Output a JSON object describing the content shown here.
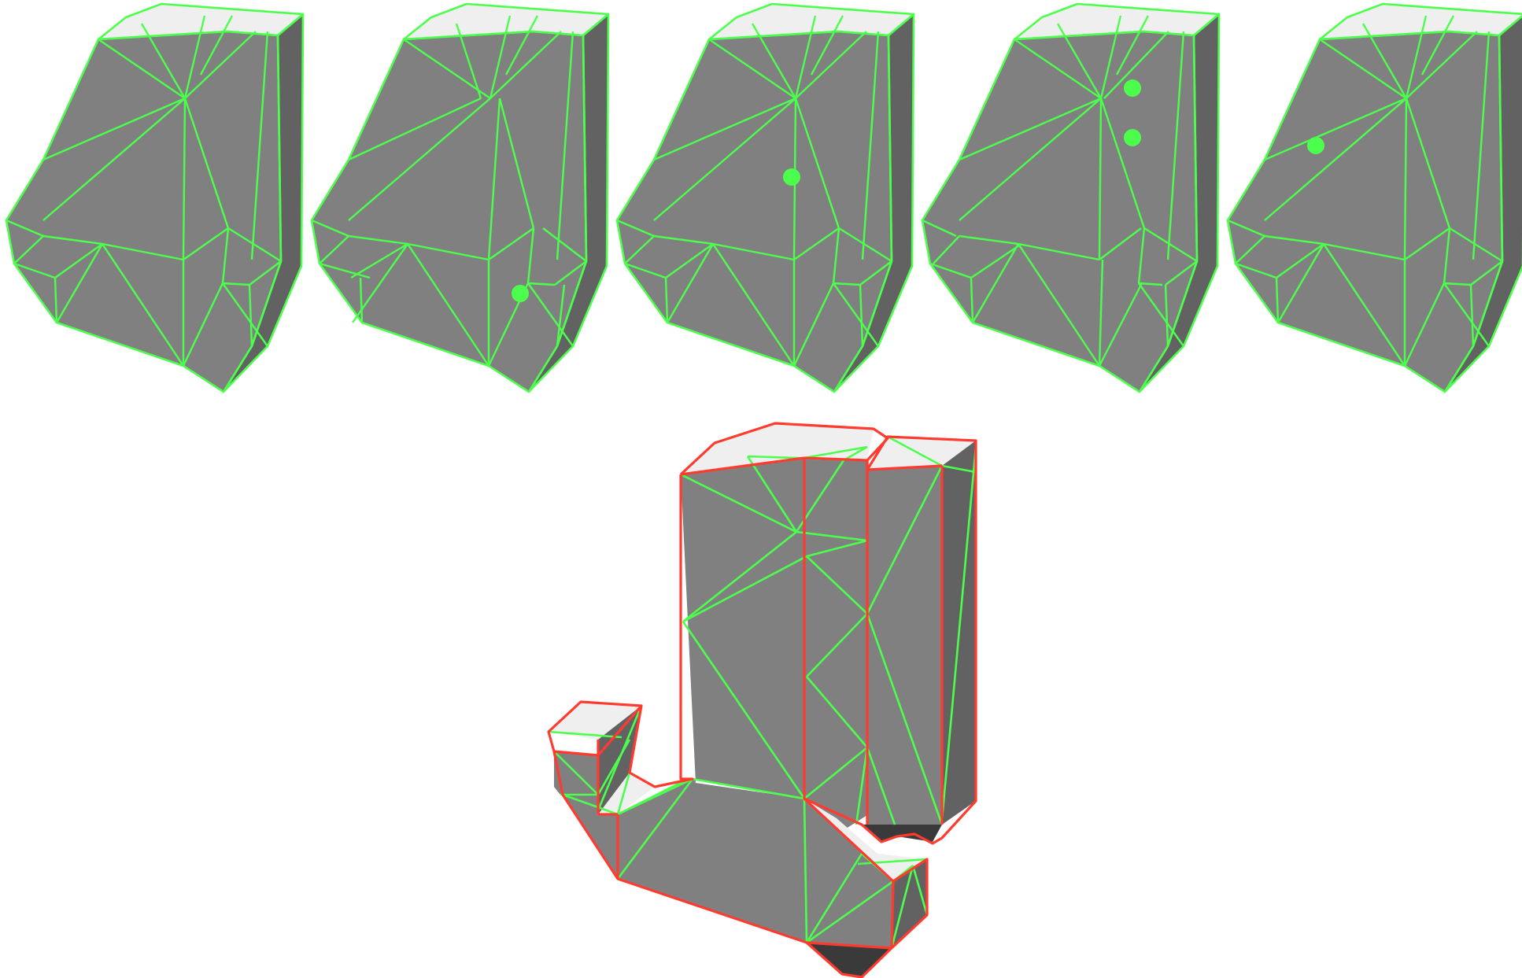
{
  "figure": {
    "colors": {
      "background": "#ffffff",
      "face_front": "#808080",
      "face_top": "#efefef",
      "face_side": "#626262",
      "face_bottom": "#3a3a3a",
      "edge_green": "#4dff4d",
      "edge_red": "#ff3b2f",
      "vertex_marker": "#4dff4d"
    },
    "top_row": {
      "panel_count": 5,
      "highlighted_vertices_per_panel": [
        0,
        1,
        1,
        2,
        1
      ]
    },
    "bottom": {
      "shape": "J-shaped non-convex mesh",
      "outline_color": "edge_red",
      "triangulation_color": "edge_green"
    }
  }
}
